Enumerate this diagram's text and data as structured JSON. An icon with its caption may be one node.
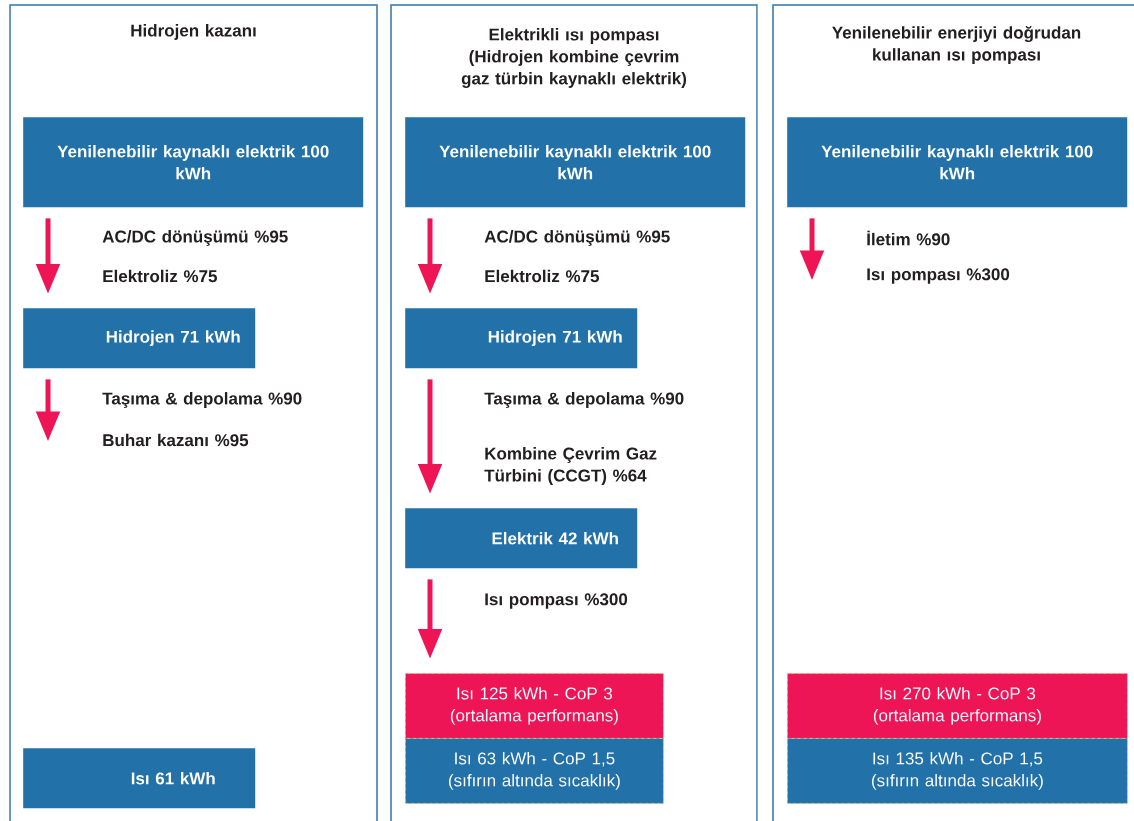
{
  "diagram": {
    "nodes": [
      {
        "text": [
          "Hidrojen kazanı"
        ]
      },
      {
        "text": [
          "Yenilenebilir kaynaklı elektrik 100 kWh"
        ],
        "in": 0
      },
      {
        "text": [
          "Hidrojen 71 kWh"
        ],
        "in": 0
      },
      {
        "text": [
          "Isı 61 kWh"
        ],
        "in": 0
      },
      {
        "text": [
          "Elektrikli ısı pompası (Hidrojen kombine çevrim gaz türbin kaynaklı elektrik)"
        ]
      },
      {
        "text": [
          "Yenilenebilir kaynaklı elektrik 100 kWh"
        ],
        "in": 4
      },
      {
        "text": [
          "Hidrojen 71 kWh"
        ],
        "in": 4
      },
      {
        "text": [
          "Elektrik 42 kWh"
        ],
        "in": 4
      },
      {
        "text": [
          "Isı 125 kWh - CoP 3 (ortalama performans)"
        ],
        "in": 4
      },
      {
        "text": [
          "Isı 63 kWh - CoP 1,5 (sıfırın altında sıcaklık)"
        ],
        "in": 4
      },
      {
        "text": [
          "Yenilenebilir enerjiyi doğrudan kullanan ısı pompası"
        ]
      },
      {
        "text": [
          "Yenilenebilir kaynaklı elektrik 100 kWh"
        ],
        "in": 10
      },
      {
        "text": [
          "Isı 270 kWh - CoP 3 (ortalama performans)"
        ],
        "in": 10
      },
      {
        "text": [
          "Isı 135 kWh - CoP 1,5 (sıfırın altında sıcaklık)"
        ],
        "in": 10
      }
    ],
    "edges": [
      {
        "from": 1,
        "to": 2,
        "arrow": "to"
      },
      {
        "from": 2,
        "to": null,
        "arrow": "to"
      },
      {
        "from": 5,
        "to": 6,
        "arrow": "to"
      },
      {
        "from": 6,
        "to": 7,
        "arrow": "to"
      },
      {
        "from": 7,
        "to": 8,
        "arrow": "to"
      },
      {
        "from": 11,
        "to": null,
        "arrow": "to"
      }
    ],
    "labels": [
      "AC/DC dönüşümü %95",
      "Elektroliz %75",
      "Taşıma & depolama %90",
      "Buhar kazanı %95",
      "AC/DC dönüşümü %95",
      "Elektroliz %75",
      "Taşıma & depolama %90",
      "Kombine Çevrim Gaz Türbini (CCGT) %64",
      "Isı pompası %300",
      "İletim %90",
      "Isı pompası %300"
    ]
  }
}
